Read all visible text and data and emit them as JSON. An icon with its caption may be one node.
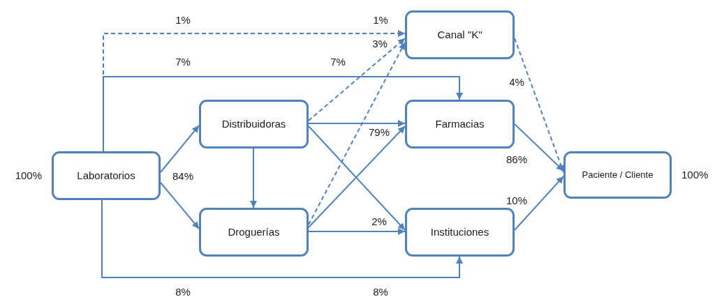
{
  "diagram": {
    "nodes": [
      {
        "text": [
          "Laboratorios"
        ],
        "beside": [
          "100%"
        ]
      },
      {
        "text": [
          "Distribuidoras"
        ]
      },
      {
        "text": [
          "Droguerías"
        ]
      },
      {
        "text": [
          "Canal \"K\""
        ]
      },
      {
        "text": [
          "Farmacias"
        ]
      },
      {
        "text": [
          "Instituciones"
        ]
      },
      {
        "text": [
          "Paciente / Cliente"
        ],
        "beside": [
          "100%"
        ]
      }
    ],
    "edges": [
      {
        "from": 0,
        "to": 3,
        "arrow": "to",
        "style": "dashed",
        "label": "1%"
      },
      {
        "from": 0,
        "to": 4,
        "arrow": "to",
        "label": "7%"
      },
      {
        "from": 0,
        "to": 1,
        "arrow": "to"
      },
      {
        "from": 0,
        "to": 2,
        "arrow": "to"
      },
      {
        "from": 0,
        "to": 5,
        "arrow": "to",
        "label": "8%"
      },
      {
        "from": 1,
        "to": 2,
        "arrow": "to"
      },
      {
        "from": 1,
        "to": 3,
        "arrow": "to",
        "style": "dashed"
      },
      {
        "from": 1,
        "to": 4,
        "arrow": "to"
      },
      {
        "from": 1,
        "to": 5,
        "arrow": "to"
      },
      {
        "from": 2,
        "to": 3,
        "arrow": "to",
        "style": "dashed",
        "label": "3%"
      },
      {
        "from": 2,
        "to": 4,
        "arrow": "to",
        "label": "79%"
      },
      {
        "from": 2,
        "to": 5,
        "arrow": "to",
        "label": "2%"
      },
      {
        "from": 3,
        "to": 6,
        "arrow": "to",
        "style": "dashed",
        "label": "4%"
      },
      {
        "from": 4,
        "to": 6,
        "arrow": "to",
        "label": "86%"
      },
      {
        "from": 5,
        "to": 6,
        "arrow": "to",
        "label": "10%"
      }
    ],
    "labels": [
      "1%",
      "7%",
      "84%",
      "8%"
    ]
  }
}
